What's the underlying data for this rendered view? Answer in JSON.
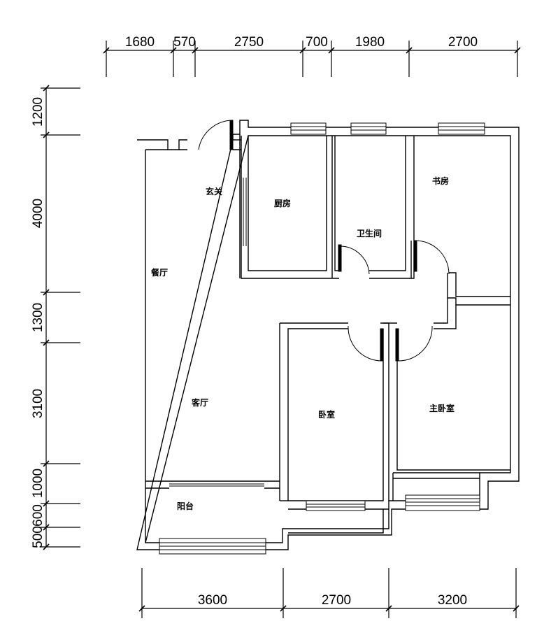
{
  "top_dimensions": [
    "1680",
    "570",
    "2750",
    "700",
    "1980",
    "2700"
  ],
  "left_dimensions": [
    "1200",
    "4000",
    "1300",
    "3100",
    "1000",
    "600",
    "500"
  ],
  "bottom_dimensions": [
    "3600",
    "2700",
    "3200"
  ],
  "rooms": {
    "entrance": "玄关",
    "kitchen": "厨房",
    "bathroom": "卫生间",
    "study": "书房",
    "dining": "餐厅",
    "living": "客厅",
    "bedroom": "卧室",
    "master_bedroom": "主卧室",
    "balcony": "阳台"
  }
}
